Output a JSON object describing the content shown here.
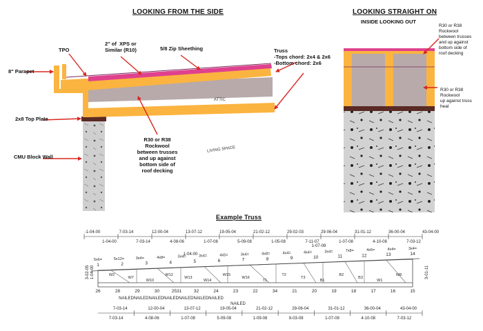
{
  "side_view": {
    "title": "LOOKING FROM THE SIDE",
    "labels": {
      "tpo": "TPO",
      "xps": "2\" of  XPS or\nSimilar (R10)",
      "zip": "5/8 Zip Sheething",
      "truss": "Truss\n-Tops chord: 2x4 & 2x6\n-Bottom chord: 2x6",
      "parapet": "8\" Parapet",
      "top_plate": "2x8 Top Plate",
      "cmu": "CMU Block Wall",
      "rockwool": "R30 or R38\nRockwool\nbetween trusses\nand up against\nbottom side of\nroof decking",
      "attic": "ATTIC",
      "living": "LIVING SPACE"
    }
  },
  "front_view": {
    "title": "LOOKING  STRAIGHT ON",
    "subtitle": "INSIDE LOOKING OUT",
    "labels": {
      "rockwool_top": "R30 or R38\nRockwool\nbetween trusses\nand up against\nbottom side of\nroof decking",
      "rockwool_heal": "R30 or R38\nRockwool\nup against truss\nheal"
    }
  },
  "truss": {
    "title": "Example Truss",
    "top_dims_cum": [
      "-1-04-00",
      "7-03-14",
      "12-00-04",
      "13-07-12",
      "19-05-04",
      "21-02-12",
      "29-02-03",
      "29-06-04",
      "31-01-12",
      "36-00-04",
      "43-04-00"
    ],
    "top_dims_seg": [
      "1-04-00",
      "7-03-14",
      "4-08-06",
      "1-07-08",
      "5-09-08",
      "1-05-08",
      "7-11-07",
      "1-07-08",
      "4-10-08",
      "7-03-12"
    ],
    "top_dims_extra": [
      "1-04-00",
      "1-07-08"
    ],
    "bottom_dims_cum": [
      "7-03-14",
      "12-00-04",
      "13-07-12",
      "19-05-04",
      "21-02-12",
      "29-06-04",
      "31-01-12",
      "36-00-04",
      "43-04-00"
    ],
    "bottom_dims_seg": [
      "7-03-14",
      "4-08-06",
      "1-07-08",
      "5-09-08",
      "1-09-08",
      "8-03-08",
      "1-07-08",
      "4-10-08",
      "7-03-12"
    ],
    "nailed_text": "NAILEDNAILEDNAILEDNAILEDNAILEDNAILEDNAILED",
    "nailed_end": "NAILED",
    "left_height": "3-02-05",
    "left_height2": "1-04-00",
    "right_height": "3-01-11",
    "joints_top": [
      "1",
      "2",
      "3",
      "4",
      "5",
      "6",
      "7",
      "8",
      "9",
      "10",
      "11",
      "12",
      "13",
      "14"
    ],
    "joints_bottom": [
      "26",
      "28",
      "29",
      "30",
      "2531",
      "32",
      "24",
      "23",
      "22",
      "34",
      "21",
      "20",
      "19",
      "18",
      "17",
      "16",
      "15"
    ],
    "plates": [
      "5x6=",
      "5x12=",
      "3x4=",
      "4x8=",
      "3x4=",
      "3x4=",
      "4x5=",
      "3x4=",
      "4x8=",
      "4x4=",
      "4x4=",
      "3x4=",
      "7x8=",
      "4x5=",
      "4x4=",
      "3x4="
    ],
    "members": [
      "W2",
      "W7",
      "W10",
      "W12",
      "W13",
      "W14",
      "W15",
      "W16",
      "T1",
      "T2",
      "T3",
      "B1",
      "B2",
      "B3",
      "W1",
      "W8"
    ]
  },
  "colors": {
    "roof_pink": "#e0418e",
    "wood_orange": "#fbb440",
    "insulation_gray": "#b8aaaa",
    "top_plate": "#5a2a24",
    "cmu_gray": "#cfcfcf",
    "arrow_red": "#d8271f"
  }
}
